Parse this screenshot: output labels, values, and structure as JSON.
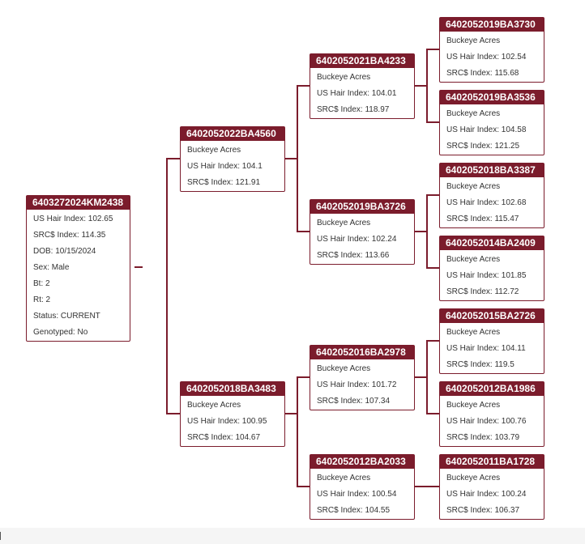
{
  "subject": {
    "id": "6403272024KM2438",
    "rows": [
      "US Hair Index: 102.65",
      "SRC$ Index: 114.35",
      "DOB: 10/15/2024",
      "Sex: Male",
      "Bt: 2",
      "Rt: 2",
      "Status: CURRENT",
      "Genotyped: No"
    ]
  },
  "sire": {
    "id": "6402052022BA4560",
    "rows": [
      "Buckeye Acres",
      "US Hair Index: 104.1",
      "SRC$ Index: 121.91"
    ]
  },
  "dam": {
    "id": "6402052018BA3483",
    "rows": [
      "Buckeye Acres",
      "US Hair Index: 100.95",
      "SRC$ Index: 104.67"
    ]
  },
  "sire_sire": {
    "id": "6402052021BA4233",
    "rows": [
      "Buckeye Acres",
      "US Hair Index: 104.01",
      "SRC$ Index: 118.97"
    ]
  },
  "sire_dam": {
    "id": "6402052019BA3726",
    "rows": [
      "Buckeye Acres",
      "US Hair Index: 102.24",
      "SRC$ Index: 113.66"
    ]
  },
  "dam_sire": {
    "id": "6402052016BA2978",
    "rows": [
      "Buckeye Acres",
      "US Hair Index: 101.72",
      "SRC$ Index: 107.34"
    ]
  },
  "dam_dam": {
    "id": "6402052012BA2033",
    "rows": [
      "Buckeye Acres",
      "US Hair Index: 100.54",
      "SRC$ Index: 104.55"
    ]
  },
  "g3": [
    {
      "id": "6402052019BA3730",
      "rows": [
        "Buckeye Acres",
        "US Hair Index: 102.54",
        "SRC$ Index: 115.68"
      ]
    },
    {
      "id": "6402052019BA3536",
      "rows": [
        "Buckeye Acres",
        "US Hair Index: 104.58",
        "SRC$ Index: 121.25"
      ]
    },
    {
      "id": "6402052018BA3387",
      "rows": [
        "Buckeye Acres",
        "US Hair Index: 102.68",
        "SRC$ Index: 115.47"
      ]
    },
    {
      "id": "6402052014BA2409",
      "rows": [
        "Buckeye Acres",
        "US Hair Index: 101.85",
        "SRC$ Index: 112.72"
      ]
    },
    {
      "id": "6402052015BA2726",
      "rows": [
        "Buckeye Acres",
        "US Hair Index: 104.11",
        "SRC$ Index: 119.5"
      ]
    },
    {
      "id": "6402052012BA1986",
      "rows": [
        "Buckeye Acres",
        "US Hair Index: 100.76",
        "SRC$ Index: 103.79"
      ]
    },
    {
      "id": "6402052011BA1728",
      "rows": [
        "Buckeye Acres",
        "US Hair Index: 100.24",
        "SRC$ Index: 106.37"
      ]
    }
  ]
}
